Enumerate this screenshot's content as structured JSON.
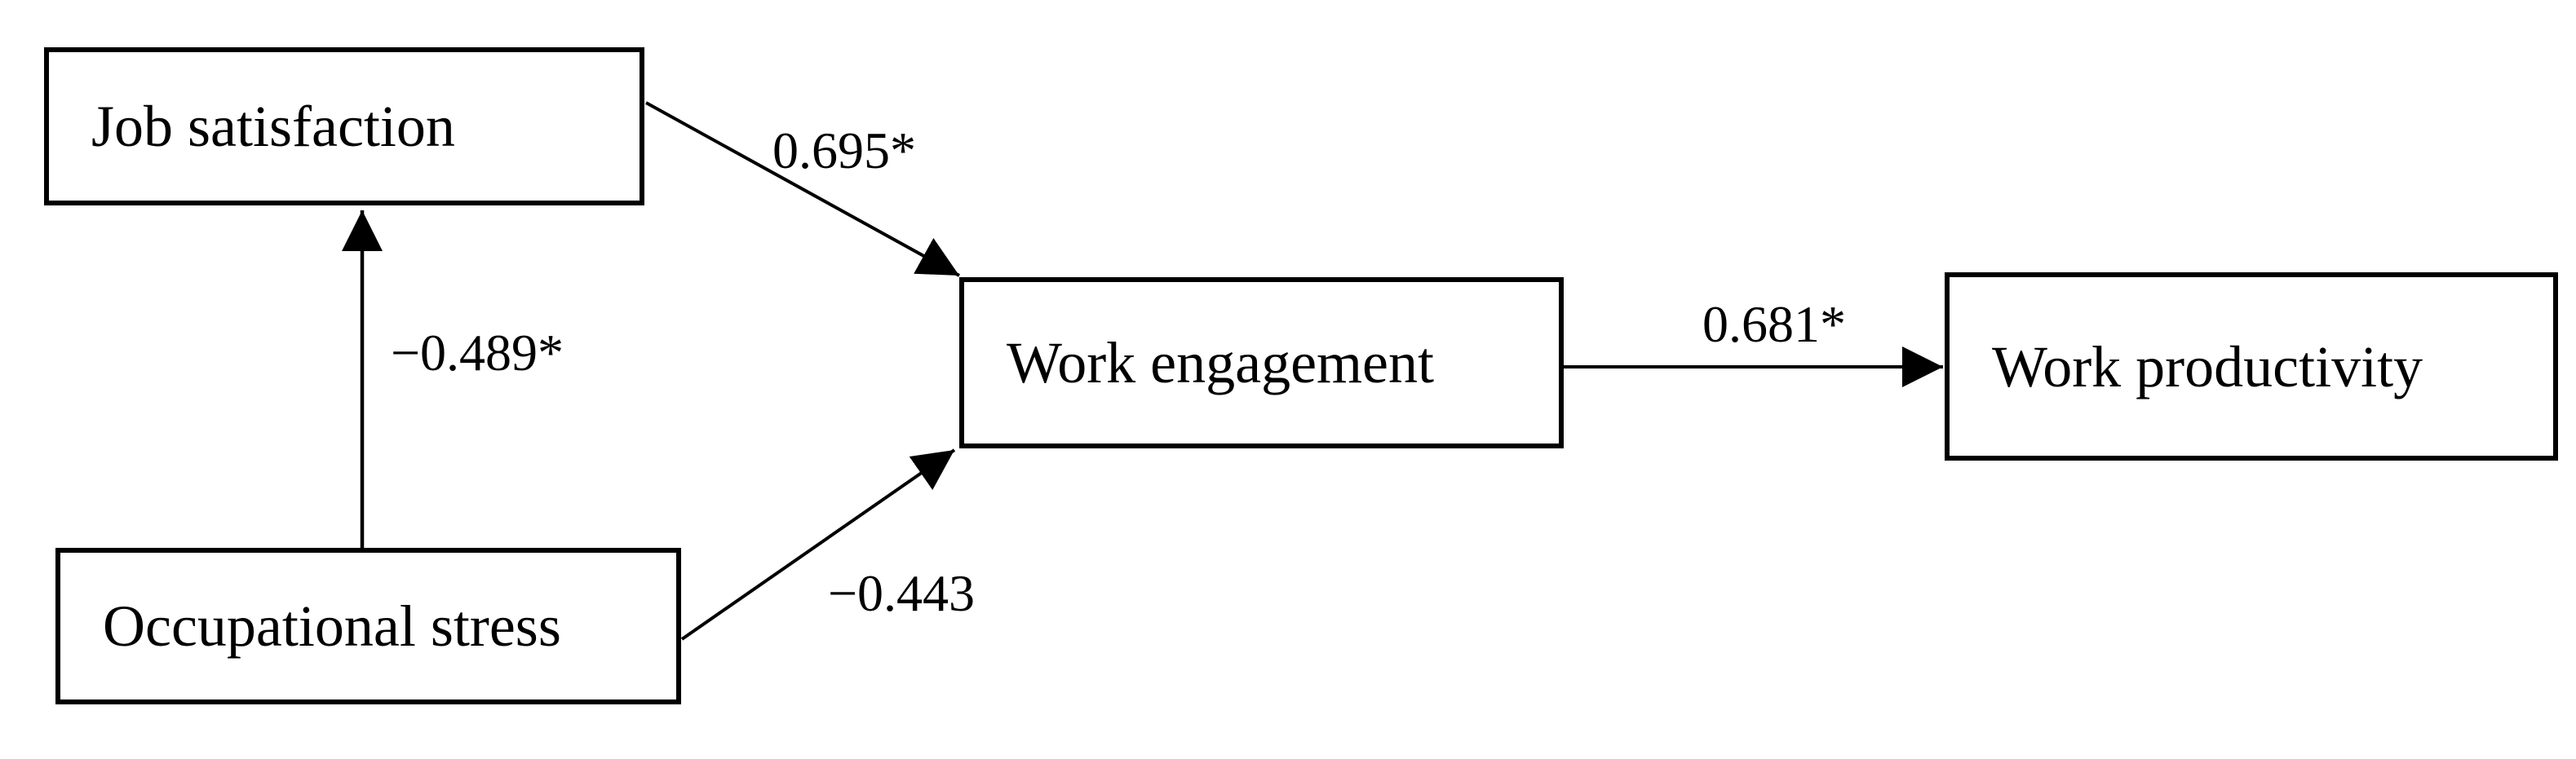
{
  "diagram": {
    "type": "path-model",
    "background_color": "#ffffff",
    "line_color": "#000000",
    "box_fill_color": "#ffffff",
    "nodes": [
      {
        "id": "job-satisfaction",
        "label": "Job satisfaction"
      },
      {
        "id": "occupational-stress",
        "label": "Occupational stress"
      },
      {
        "id": "work-engagement",
        "label": "Work engagement"
      },
      {
        "id": "work-productivity",
        "label": "Work productivity"
      }
    ],
    "edges": [
      {
        "from": "Job satisfaction",
        "to": "Work engagement",
        "coefficient": "0.695*"
      },
      {
        "from": "Occupational stress",
        "to": "Job satisfaction",
        "coefficient": "−0.489*"
      },
      {
        "from": "Occupational stress",
        "to": "Work engagement",
        "coefficient": "−0.443"
      },
      {
        "from": "Work engagement",
        "to": "Work productivity",
        "coefficient": "0.681*"
      }
    ]
  }
}
